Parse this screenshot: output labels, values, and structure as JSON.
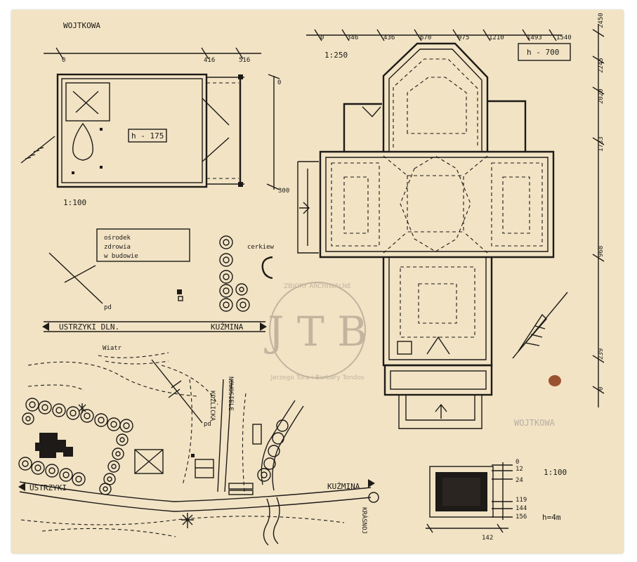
{
  "title_left": "WOJTKOWA",
  "title_right_stamp": "WOJTKOWA",
  "scales": {
    "left_plan": "1:100",
    "main_plan": "1:250",
    "small_plan": "1:100"
  },
  "heights": {
    "left_plan": "h - 175",
    "main_plan": "h - 700",
    "small_plan": "h=4m"
  },
  "left_dims": {
    "top": [
      "0",
      "416",
      "516"
    ],
    "side": [
      "0",
      "300"
    ]
  },
  "main_dims": {
    "top": [
      "0",
      "346",
      "436",
      "670",
      "975",
      "1210",
      "1493",
      "1540"
    ],
    "right": [
      "2450",
      "2245",
      "2020",
      "1733",
      "968",
      "239",
      "0"
    ]
  },
  "small_dims": {
    "right": [
      "0",
      "12",
      "24",
      "119",
      "144",
      "156"
    ],
    "bottom": [
      "142"
    ]
  },
  "notes": {
    "health_centre": [
      "ośrodek",
      "zdrowia",
      "w budowie"
    ],
    "cerkiew": "cerkiew",
    "pd": "pd",
    "wiatr": "Wiatr"
  },
  "roads": {
    "road_left": "USTRZYKI DLN.",
    "road_right": "KUŹMINA",
    "map_road_left": "USTRZYKI",
    "map_road_right": "KUŹMINA",
    "map_side_1": "KOZLICKA",
    "map_side_2": "NOWOSIELE",
    "map_side_3": "KRÁSNOJ"
  },
  "watermark": {
    "monogram": "J T B",
    "top_text": "ZBIORY ARCHIWALNE",
    "bottom_text": "Jerzego Tura i Barbary Tondos"
  },
  "colors": {
    "paper": "#f1e3c4",
    "ink": "#1d1a17",
    "watermark": "#9c8f80",
    "stain": "#8a3a17"
  }
}
